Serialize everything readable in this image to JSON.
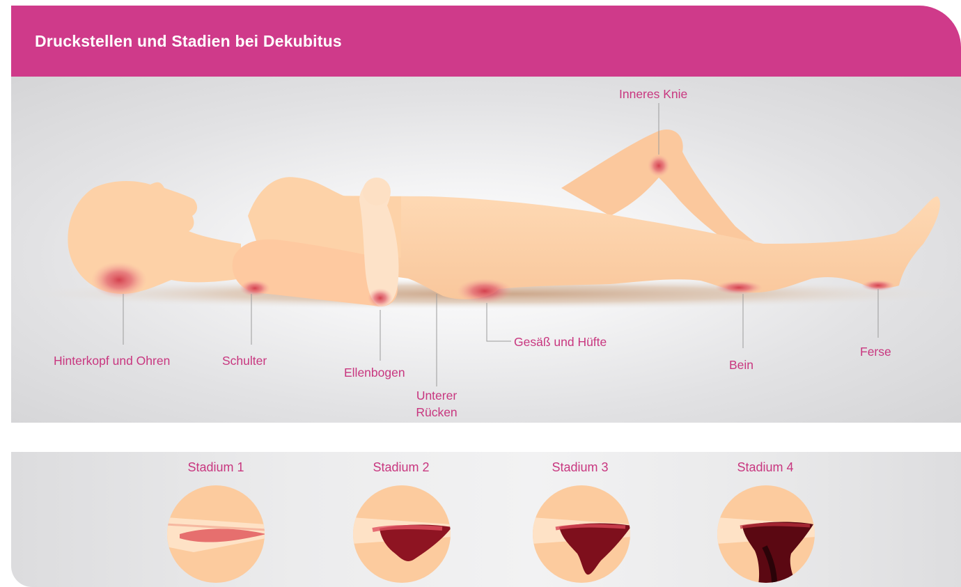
{
  "title": "Druckstellen und Stadien bei Dekubitus",
  "pressure_points": {
    "hinterkopf": "Hinterkopf und Ohren",
    "schulter": "Schulter",
    "ellenbogen": "Ellenbogen",
    "unterer_ruecken_1": "Unterer",
    "unterer_ruecken_2": "Rücken",
    "gesaess": "Gesäß und Hüfte",
    "bein": "Bein",
    "ferse": "Ferse",
    "inneres_knie": "Inneres Knie"
  },
  "stages": [
    "Stadium 1",
    "Stadium 2",
    "Stadium 3",
    "Stadium 4"
  ],
  "colors": {
    "accent": "#cf3a8a",
    "label": "#c8367f",
    "skin": "#fcd0a6",
    "wound": "#d8404f",
    "deep_wound": "#6e0a16"
  }
}
